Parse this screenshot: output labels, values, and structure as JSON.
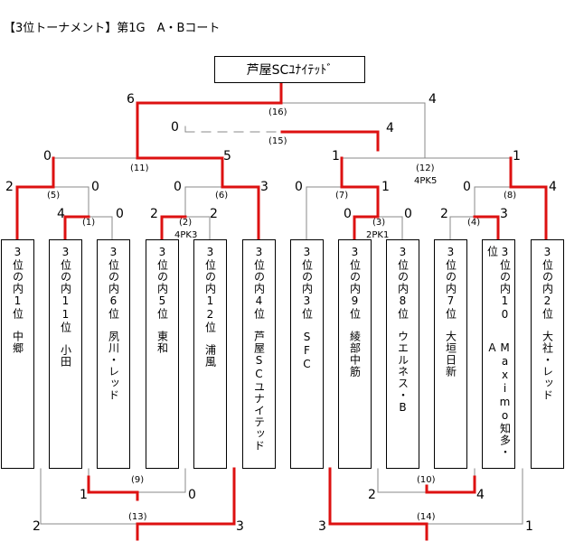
{
  "title": "【3位トーナメント】第1G　A・Bコート",
  "champion": "芦屋SCﾕﾅｲﾃｯﾄﾞ",
  "colors": {
    "win": "#dd1111",
    "line": "#888888",
    "text": "#000000"
  },
  "teams": [
    {
      "seed": "3位の内1位",
      "name": "中郷"
    },
    {
      "seed": "3位の内11位",
      "name": "小田"
    },
    {
      "seed": "3位の内6位",
      "name": "夙川・レッド"
    },
    {
      "seed": "3位の内5位",
      "name": "東和"
    },
    {
      "seed": "3位の内12位",
      "name": "浦風"
    },
    {
      "seed": "3位の内4位",
      "name": "芦屋SCユナイテッド"
    },
    {
      "seed": "3位の内3位",
      "name": "SFC"
    },
    {
      "seed": "3位の内9位",
      "name": "綾部中筋"
    },
    {
      "seed": "3位の内8位",
      "name": "ウエルネス・B"
    },
    {
      "seed": "3位の内7位",
      "name": "大垣日新"
    },
    {
      "seed": "3位の内10位",
      "name": "Maximo知多・A"
    },
    {
      "seed": "3位の内2位",
      "name": "大社・レッド"
    }
  ],
  "matches": {
    "m1": {
      "label": "(1)",
      "score_a": "4",
      "score_b": "0"
    },
    "m2": {
      "label": "(2)",
      "score_a": "2",
      "score_b": "2",
      "pk": "4PK3"
    },
    "m3": {
      "label": "(3)",
      "score_a": "0",
      "score_b": "0",
      "pk": "2PK1"
    },
    "m4": {
      "label": "(4)",
      "score_a": "2",
      "score_b": "3"
    },
    "m5": {
      "label": "(5)",
      "score_a": "2",
      "score_b": "0"
    },
    "m6": {
      "label": "(6)",
      "score_a": "0",
      "score_b": "3"
    },
    "m7": {
      "label": "(7)",
      "score_a": "0",
      "score_b": "1"
    },
    "m8": {
      "label": "(8)",
      "score_a": "0",
      "score_b": "4"
    },
    "m9": {
      "label": "(9)",
      "score_a": "1",
      "score_b": "0"
    },
    "m10": {
      "label": "(10)",
      "score_a": "2",
      "score_b": "4"
    },
    "m11": {
      "label": "(11)",
      "score_a": "0",
      "score_b": "5"
    },
    "m12": {
      "label": "(12)",
      "score_a": "1",
      "score_b": "1",
      "pk": "4PK5"
    },
    "m13": {
      "label": "(13)",
      "score_a": "2",
      "score_b": "3"
    },
    "m14": {
      "label": "(14)",
      "score_a": "3",
      "score_b": "1"
    },
    "m15": {
      "label": "(15)",
      "score_a": "0",
      "score_b": "4"
    },
    "m16": {
      "label": "(16)",
      "score_a": "6",
      "score_b": "4"
    }
  }
}
